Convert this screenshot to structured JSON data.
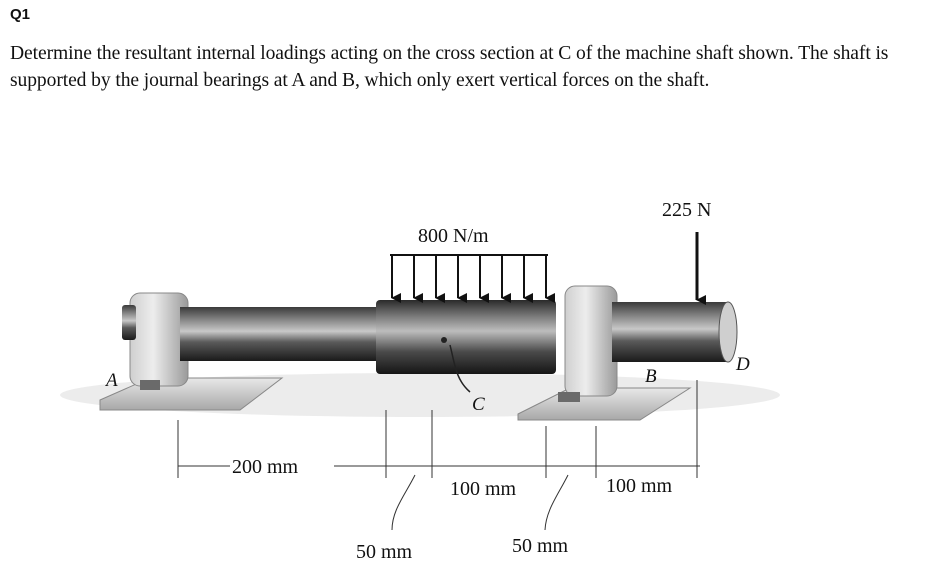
{
  "question": {
    "label": "Q1",
    "text": "Determine the resultant internal loadings acting on the cross section at C of the machine shaft shown. The shaft is supported by the journal bearings at A and B, which only exert vertical forces on the shaft."
  },
  "figure": {
    "loads": {
      "distributed": "800 N/m",
      "point": "225 N"
    },
    "points": {
      "a": "A",
      "b": "B",
      "c": "C",
      "d": "D"
    },
    "dimensions": {
      "d1": "200 mm",
      "d2": "50 mm",
      "d3": "100 mm",
      "d4": "50 mm",
      "d5": "100 mm"
    }
  }
}
